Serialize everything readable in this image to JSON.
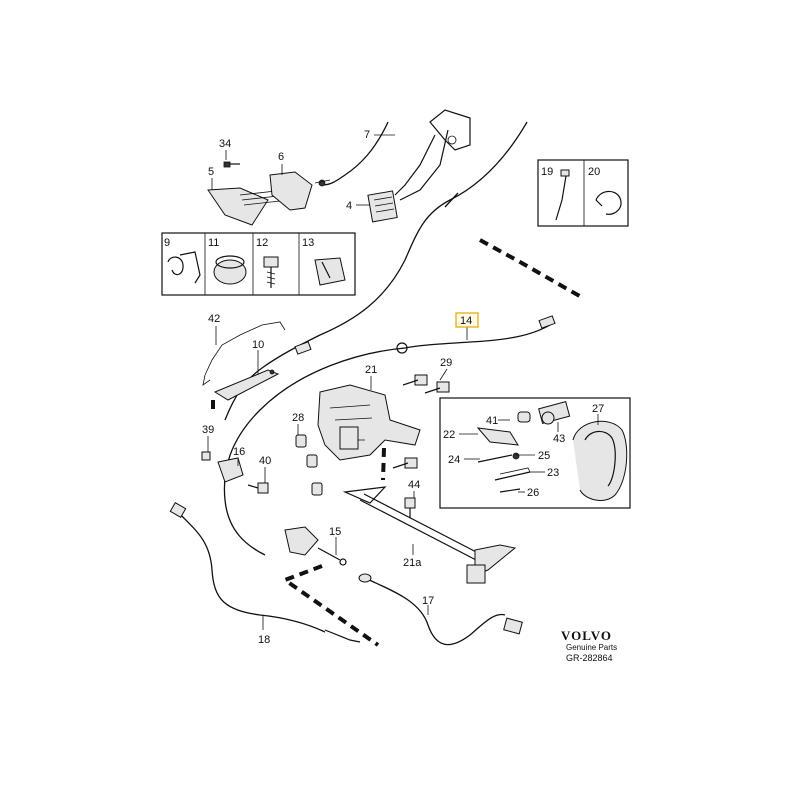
{
  "brand": {
    "name": "VOLVO",
    "tagline": "Genuine Parts",
    "code": "GR-282864"
  },
  "highlighted_part": "14",
  "parts": [
    "4",
    "5",
    "6",
    "7",
    "9",
    "10",
    "11",
    "12",
    "13",
    "15",
    "16",
    "17",
    "18",
    "19",
    "20",
    "21",
    "21a",
    "22",
    "23",
    "24",
    "25",
    "26",
    "27",
    "28",
    "29",
    "34",
    "39",
    "40",
    "41",
    "42",
    "43",
    "44"
  ]
}
